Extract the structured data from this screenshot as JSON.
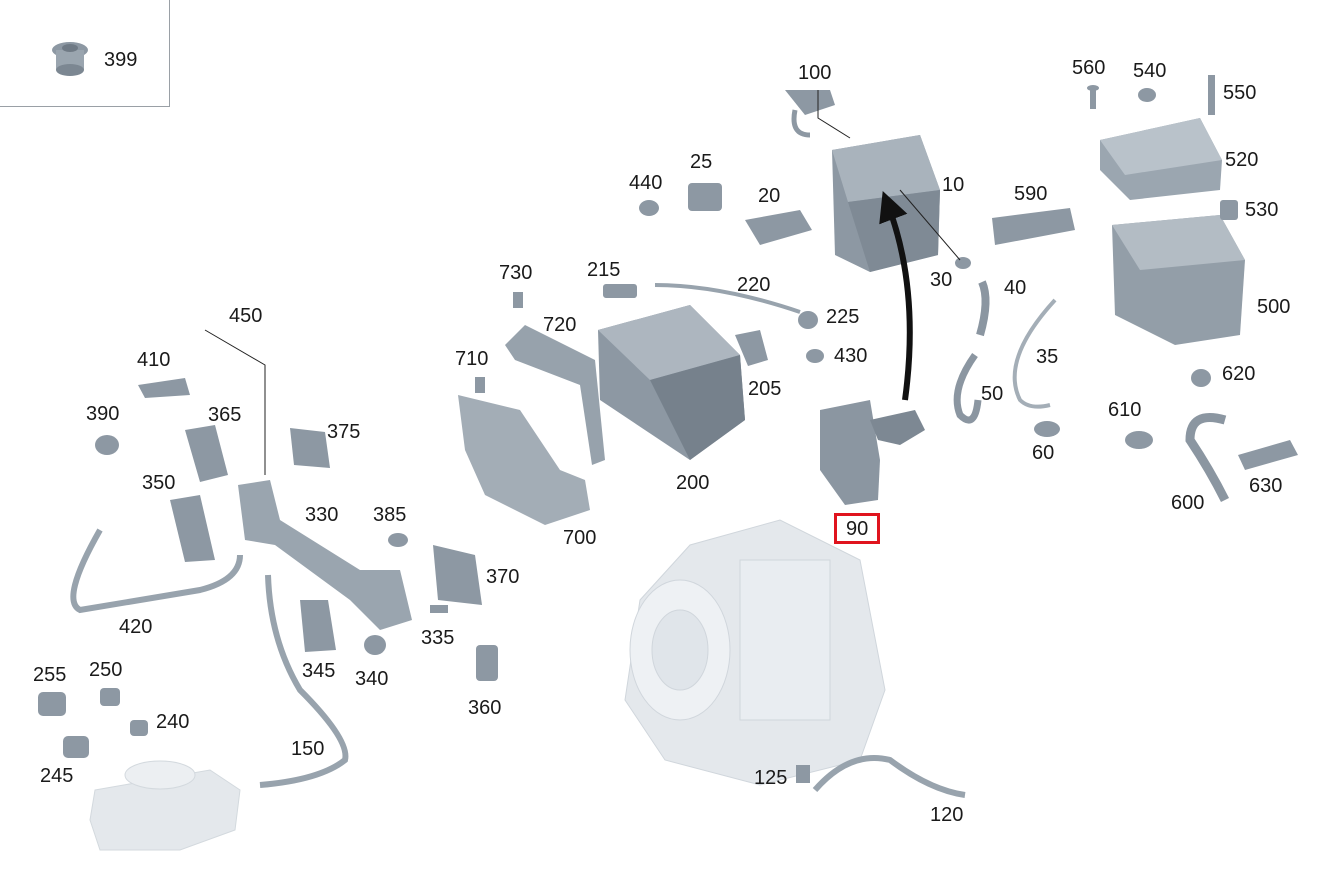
{
  "inset": {
    "label": "399"
  },
  "highlighted": "90",
  "colors": {
    "part": "#8d98a3",
    "part_light": "#b7c0c8",
    "ghost": "#e4e8ec",
    "highlight": "#e0141e",
    "line": "#222222"
  },
  "callouts": {
    "c399": "399",
    "c100": "100",
    "c560": "560",
    "c540": "540",
    "c550": "550",
    "c520": "520",
    "c25": "25",
    "c440": "440",
    "c20": "20",
    "c10": "10",
    "c590": "590",
    "c530": "530",
    "c30": "30",
    "c40": "40",
    "c500": "500",
    "c215": "215",
    "c220": "220",
    "c730": "730",
    "c450": "450",
    "c720": "720",
    "c225": "225",
    "c430": "430",
    "c410": "410",
    "c710": "710",
    "c35": "35",
    "c620": "620",
    "c205": "205",
    "c50": "50",
    "c390": "390",
    "c365": "365",
    "c375": "375",
    "c610": "610",
    "c60": "60",
    "c350": "350",
    "c200": "200",
    "c630": "630",
    "c330": "330",
    "c385": "385",
    "c600": "600",
    "c700": "700",
    "c90": "90",
    "c370": "370",
    "c420": "420",
    "c335": "335",
    "c255": "255",
    "c250": "250",
    "c345": "345",
    "c340": "340",
    "c240": "240",
    "c360": "360",
    "c150": "150",
    "c245": "245",
    "c125": "125",
    "c120": "120"
  }
}
